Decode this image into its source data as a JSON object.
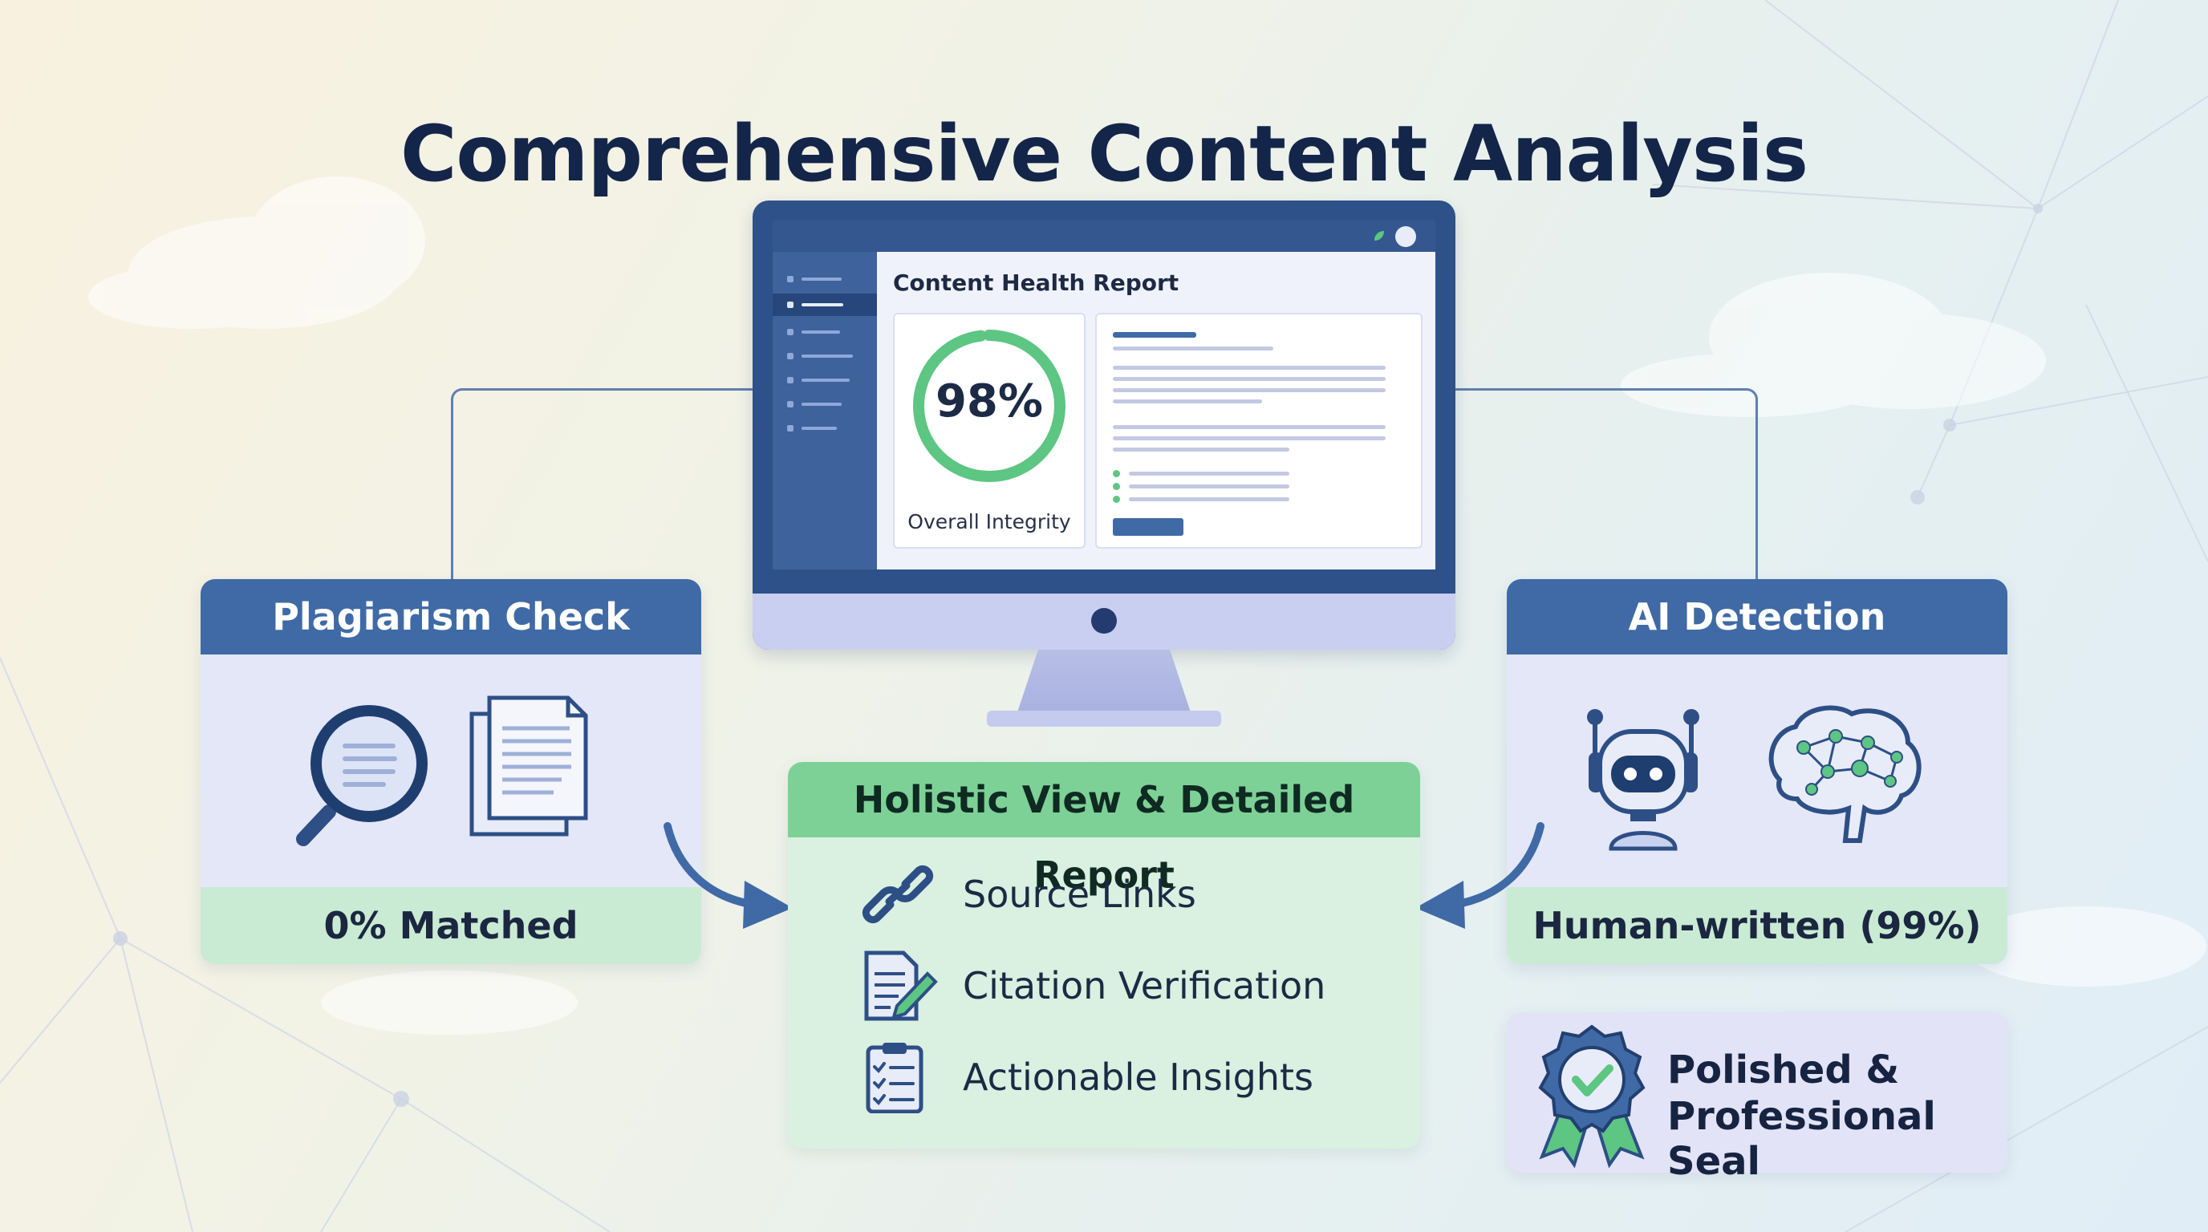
{
  "title": "Comprehensive Content Analysis",
  "report": {
    "title": "Content Health Report",
    "integrity_value": "98%",
    "integrity_percent": 98,
    "integrity_label": "Overall Integrity"
  },
  "plagiarism": {
    "heading": "Plagiarism Check",
    "result": "0% Matched"
  },
  "ai_detection": {
    "heading": "AI Detection",
    "result": "Human-written (99%)"
  },
  "holistic": {
    "heading": "Holistic View & Detailed Report",
    "items": [
      {
        "label": "Source Links",
        "icon": "link-icon"
      },
      {
        "label": "Citation Verification",
        "icon": "document-edit-icon"
      },
      {
        "label": "Actionable Insights",
        "icon": "clipboard-checklist-icon"
      }
    ]
  },
  "seal": {
    "line1": "Polished &",
    "line2": "Professional Seal",
    "icon": "award-seal-icon"
  },
  "colors": {
    "navy": "#2e5189",
    "panel_head": "#3f6aa6",
    "green_head": "#7dd196",
    "gauge_green": "#5cc682"
  }
}
